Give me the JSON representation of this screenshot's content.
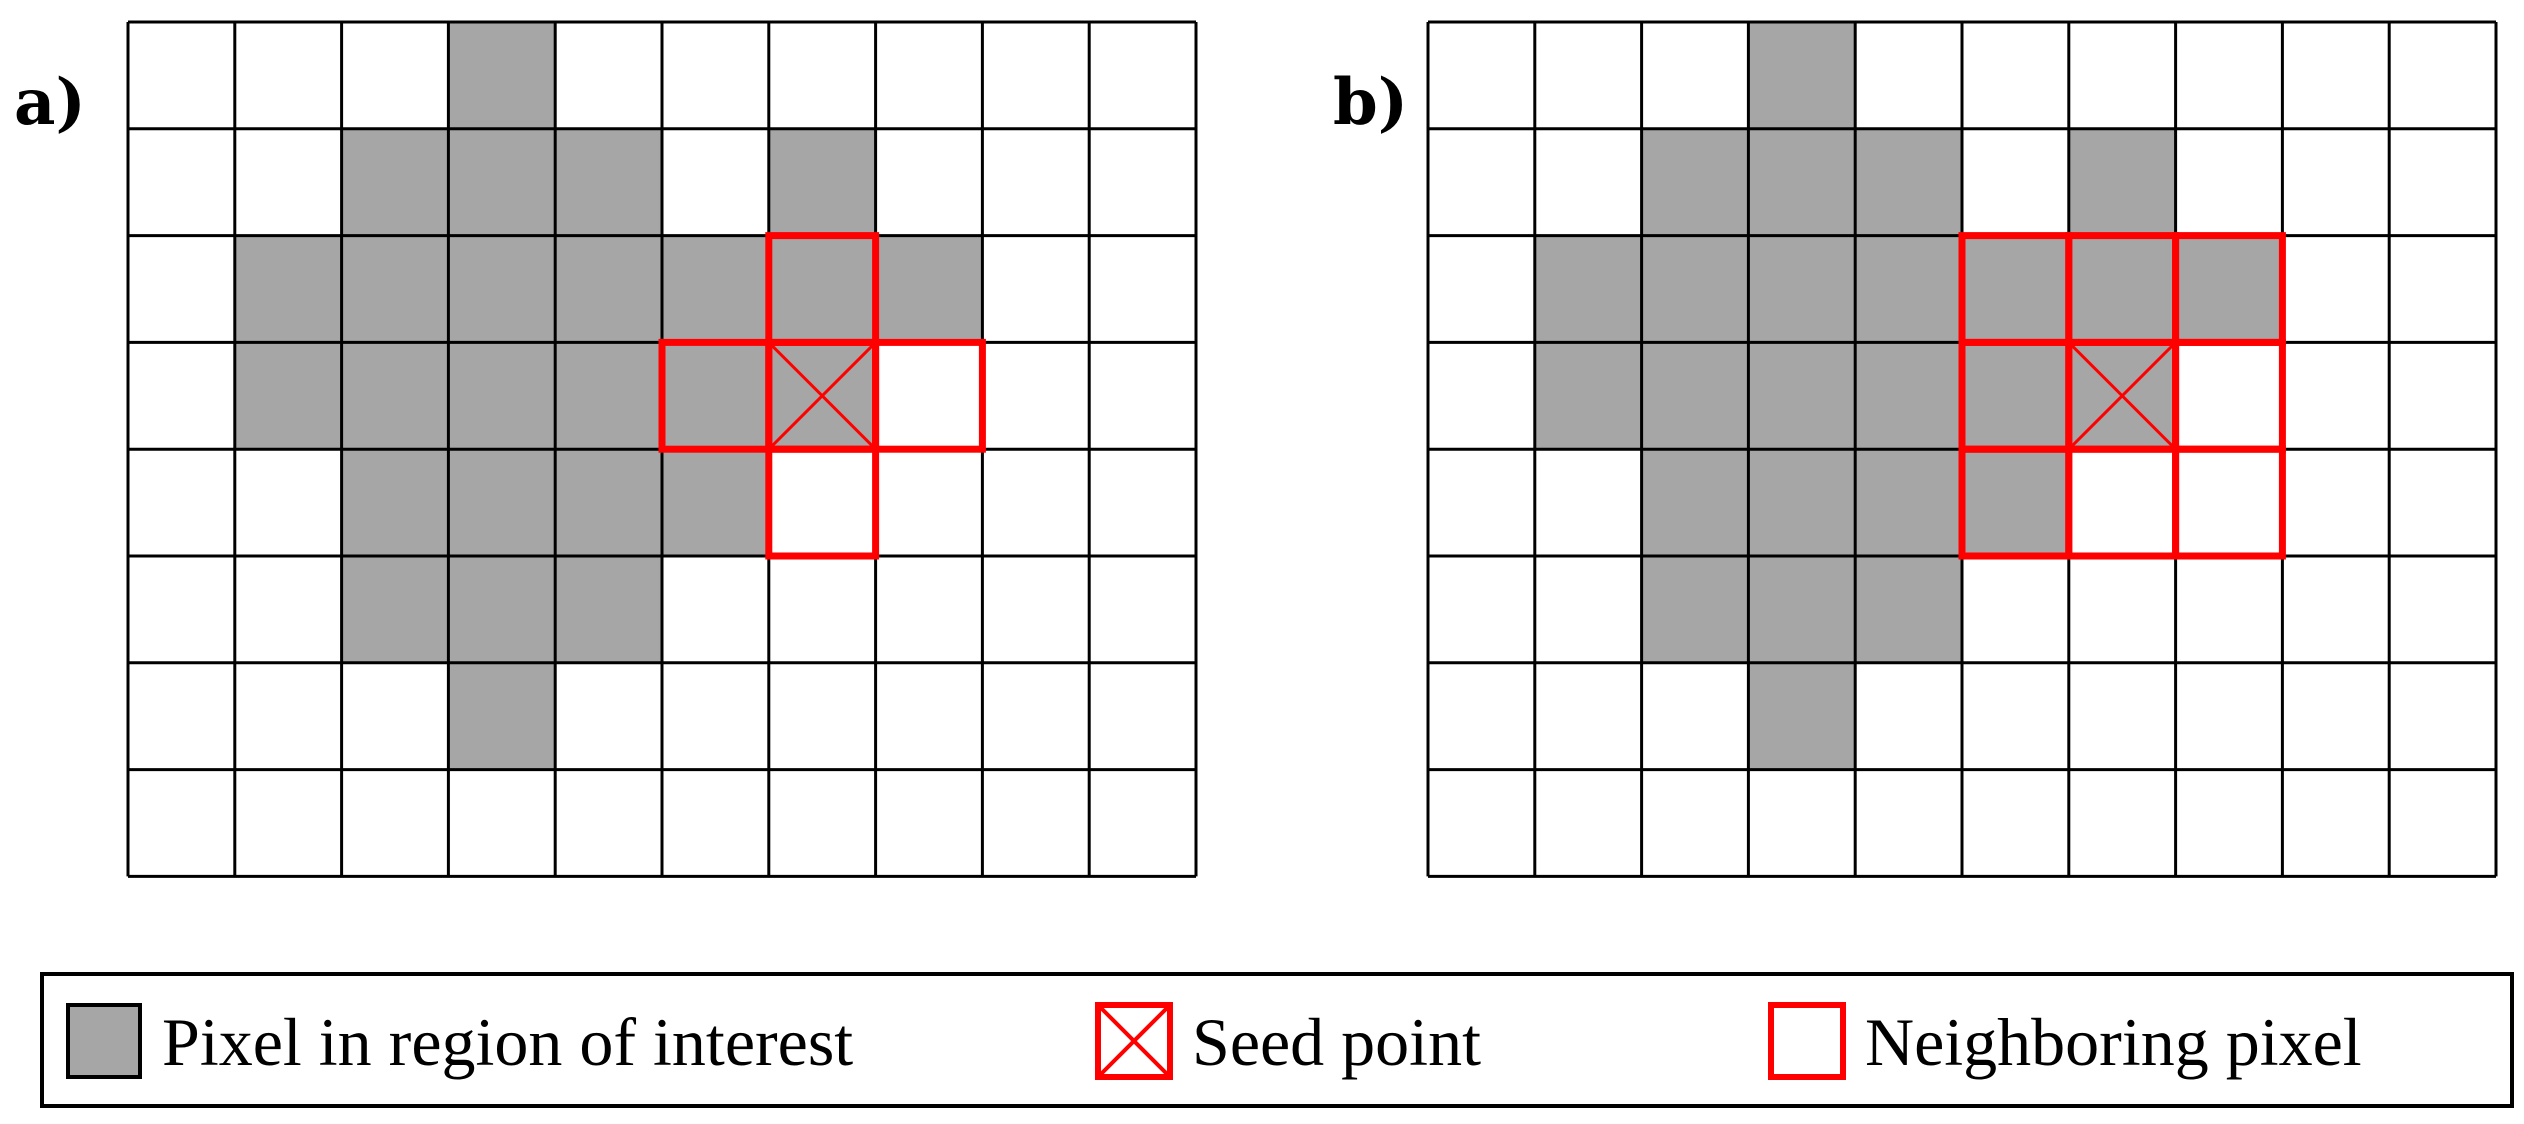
{
  "colors": {
    "region": "#a6a6a6",
    "empty": "#ffffff",
    "grid": "#000000",
    "highlight": "#ff0000"
  },
  "grid": {
    "rows": 8,
    "cols": 10
  },
  "panels": [
    {
      "id": "a",
      "label": "a)",
      "neighborhood": "4-connected",
      "region": [
        "0001000000",
        "0011101000",
        "0111111100",
        "0111111000",
        "0011110000",
        "0011100000",
        "0001000000",
        "0000000000"
      ],
      "seed": [
        3,
        6
      ],
      "neighbors": [
        [
          2,
          6
        ],
        [
          3,
          5
        ],
        [
          3,
          7
        ],
        [
          4,
          6
        ]
      ]
    },
    {
      "id": "b",
      "label": "b)",
      "neighborhood": "8-connected",
      "region": [
        "0001000000",
        "0011101000",
        "0111111100",
        "0111111000",
        "0011110000",
        "0011100000",
        "0001000000",
        "0000000000"
      ],
      "seed": [
        3,
        6
      ],
      "neighbors": [
        [
          2,
          5
        ],
        [
          2,
          6
        ],
        [
          2,
          7
        ],
        [
          3,
          5
        ],
        [
          3,
          7
        ],
        [
          4,
          5
        ],
        [
          4,
          6
        ],
        [
          4,
          7
        ]
      ]
    }
  ],
  "legend": {
    "region_label": "Pixel in region of interest",
    "seed_label": "Seed point",
    "neighbor_label": "Neighboring pixel"
  }
}
